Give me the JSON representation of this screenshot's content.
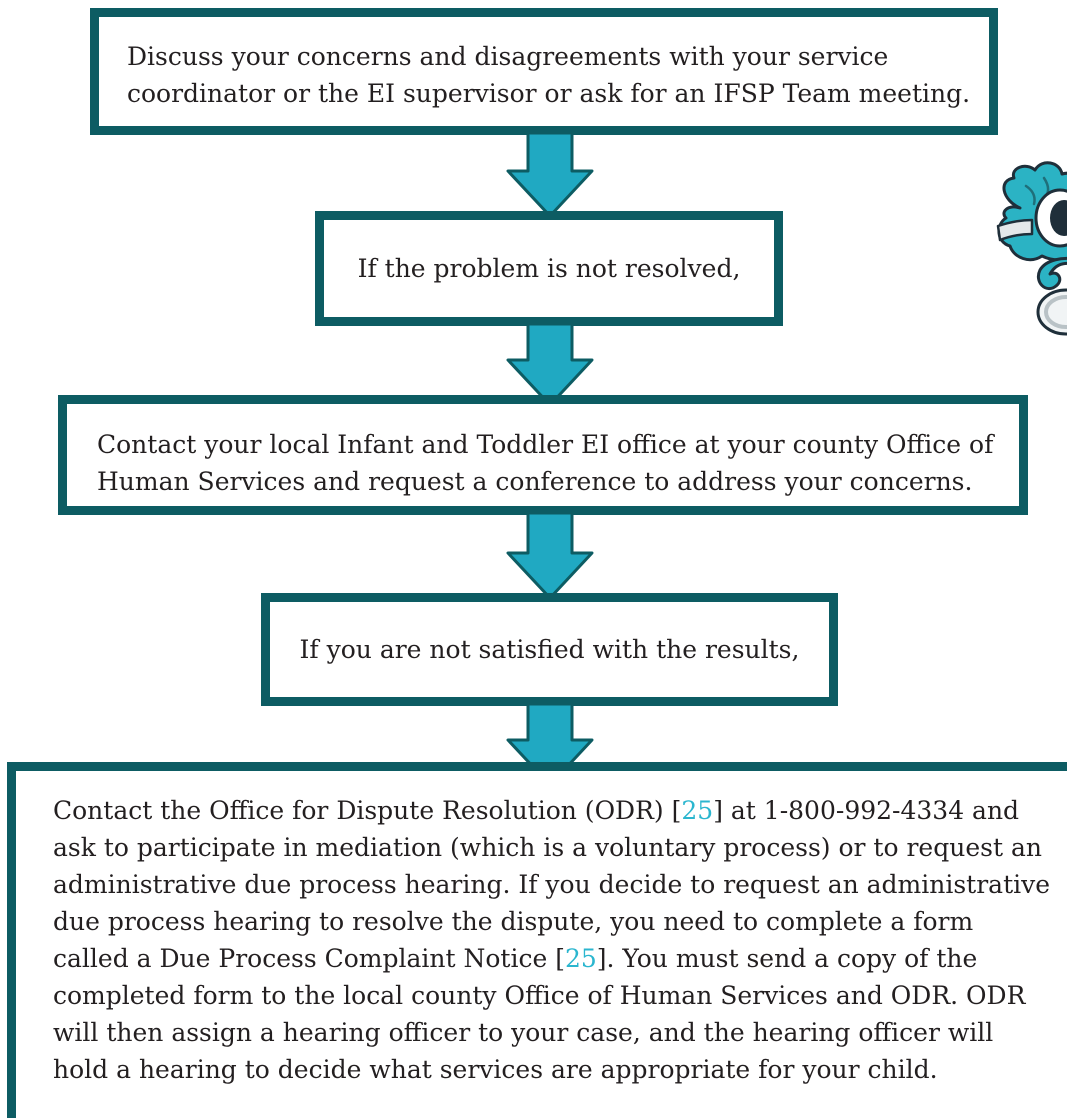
{
  "colors": {
    "box_border": "#0d5c63",
    "arrow_fill": "#20a9c2",
    "arrow_stroke": "#0d5c63",
    "link": "#2bb6cf",
    "text": "#231f20"
  },
  "steps": {
    "step1": {
      "text": "Discuss your concerns and disagreements with your service coordinator or the EI supervisor or ask for an IFSP Team meeting."
    },
    "step2": {
      "text": "If the problem is not resolved,"
    },
    "step3": {
      "text": "Contact your local Infant and Toddler EI office at your county Office of Human Services and request a conference to address your concerns."
    },
    "step4": {
      "text": "If you are not satisfied with the results,"
    },
    "step5": {
      "part1": "Contact the Office for Dispute Resolution (ODR) [",
      "ref1": "25",
      "part2": "] at 1-800-992-4334 and ask to participate in mediation (which is a voluntary process) or to request an administrative due process hearing. If you decide to request an administrative due process hearing to resolve the dispute, you need to complete a form called a Due Process Complaint Notice [",
      "ref2": "25",
      "part3": "]. You must send a copy of the completed form to the local county Office of Human Services and ODR. ODR will then assign a hearing officer to your case, and the hearing officer will hold a hearing to decide what services are appropriate for your child."
    }
  },
  "mascot": {
    "icon": "mascot-character-icon"
  }
}
